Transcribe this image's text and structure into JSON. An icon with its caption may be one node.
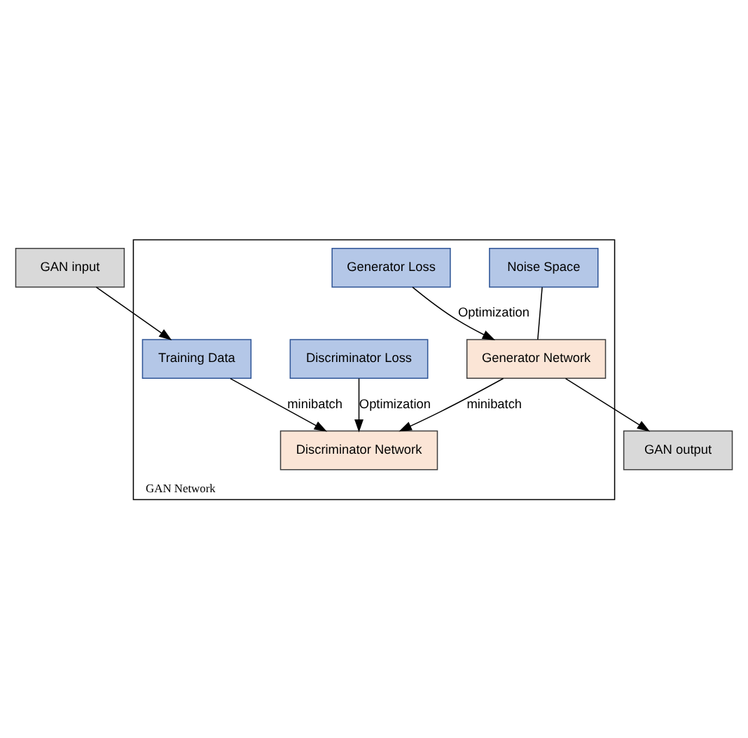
{
  "diagram": {
    "nodes": [
      {
        "text": [
          "GAN input"
        ]
      },
      {
        "text": [
          "GAN Network"
        ]
      },
      {
        "text": [
          "Training Data"
        ],
        "in": 1
      },
      {
        "text": [
          "Discriminator Loss"
        ],
        "in": 1
      },
      {
        "text": [
          "Discriminator Network"
        ],
        "in": 1
      },
      {
        "text": [
          "Noise Space"
        ],
        "in": 1
      },
      {
        "text": [
          "Generator Network"
        ],
        "in": 1
      },
      {
        "text": [
          "Generator Loss"
        ],
        "in": 1
      },
      {
        "text": [
          "GAN output"
        ]
      }
    ],
    "edges": [
      {
        "from": 0,
        "to": 2,
        "arrow": "to"
      },
      {
        "from": 2,
        "to": 4,
        "arrow": "to",
        "label": "minibatch"
      },
      {
        "from": 3,
        "to": 4,
        "arrow": "to",
        "label": "Optimization"
      },
      {
        "from": 6,
        "to": 4,
        "arrow": "to",
        "label": "minibatch"
      },
      {
        "from": 5,
        "to": 6,
        "arrow": "none"
      },
      {
        "from": 7,
        "to": 6,
        "arrow": "to",
        "label": "Optimization"
      },
      {
        "from": 6,
        "to": 8,
        "arrow": "to"
      }
    ]
  }
}
